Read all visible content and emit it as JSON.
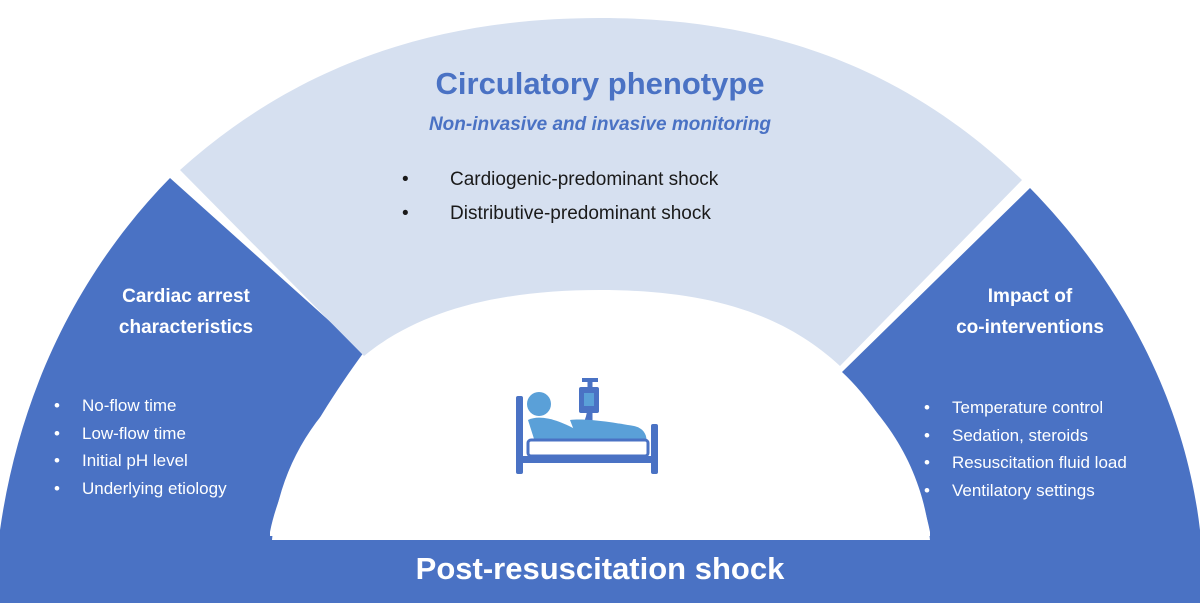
{
  "top_section": {
    "title": "Circulatory phenotype",
    "subtitle": "Non-invasive and invasive monitoring",
    "items": [
      "Cardiogenic-predominant shock",
      "Distributive-predominant shock"
    ]
  },
  "left_section": {
    "title_line1": "Cardiac arrest",
    "title_line2": "characteristics",
    "items": [
      "No-flow time",
      "Low-flow time",
      "Initial pH level",
      "Underlying etiology"
    ]
  },
  "right_section": {
    "title_line1": "Impact of",
    "title_line2": "co-interventions",
    "items": [
      "Temperature control",
      "Sedation, steroids",
      "Resuscitation fluid load",
      "Ventilatory settings"
    ]
  },
  "center": {
    "label": "Post-resuscitation shock",
    "icon": "hospital-bed-patient-icon"
  },
  "colors": {
    "side_blue": "#4a72c4",
    "top_light_blue": "#d6e0f0",
    "title_blue": "#4a72c4",
    "white": "#ffffff"
  }
}
